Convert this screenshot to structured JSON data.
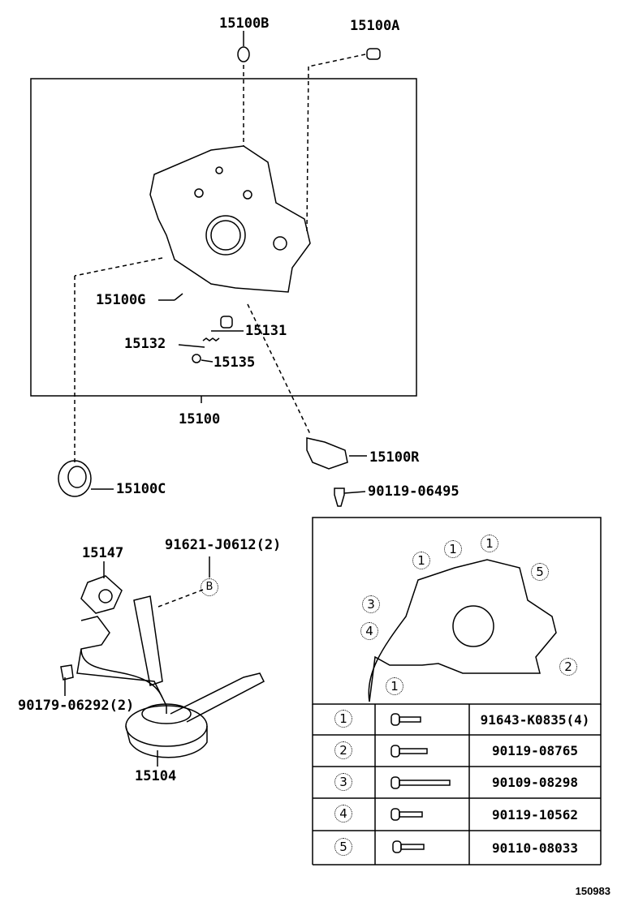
{
  "labels": {
    "p15100B": "15100B",
    "p15100A": "15100A",
    "p15100G": "15100G",
    "p15131": "15131",
    "p15132": "15132",
    "p15135": "15135",
    "p15100": "15100",
    "p15100C": "15100C",
    "p15100R": "15100R",
    "p90119_06495": "90119-06495",
    "p15147": "15147",
    "p91621": "91621-J0612(2)",
    "ref_b": "B",
    "p90179": "90179-06292(2)",
    "p15104": "15104"
  },
  "bolt_callouts": [
    "1",
    "1",
    "1",
    "5",
    "3",
    "4",
    "2",
    "1"
  ],
  "bolt_table": [
    {
      "ref": "1",
      "part": "91643-K0835(4)"
    },
    {
      "ref": "2",
      "part": "90119-08765"
    },
    {
      "ref": "3",
      "part": "90109-08298"
    },
    {
      "ref": "4",
      "part": "90119-10562"
    },
    {
      "ref": "5",
      "part": "90110-08033"
    }
  ],
  "diagram_code": "150983"
}
